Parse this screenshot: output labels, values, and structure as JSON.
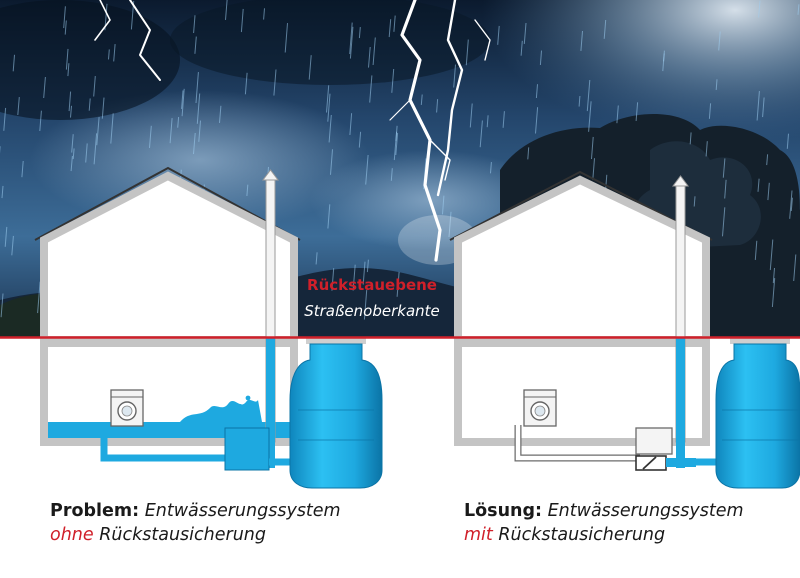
{
  "labels": {
    "backflow_level": "Rückstauebene",
    "street_edge": "Straßenoberkante"
  },
  "captions": {
    "left": {
      "bold": "Problem:",
      "line1": "Entwässerungssystem",
      "highlight": "ohne",
      "line2_rest": "Rückstausicherung"
    },
    "right": {
      "bold": "Lösung:",
      "line1": "Entwässerungssystem",
      "highlight": "mit",
      "line2_rest": "Rückstausicherung"
    }
  },
  "colors": {
    "water": "#1ea9e0",
    "water_dark": "#0f86bd",
    "backflow_line": "#d0202a",
    "sky_dark": "#0d1d33",
    "sky_mid": "#2c527a",
    "house_wall": "#bfbfbf"
  }
}
